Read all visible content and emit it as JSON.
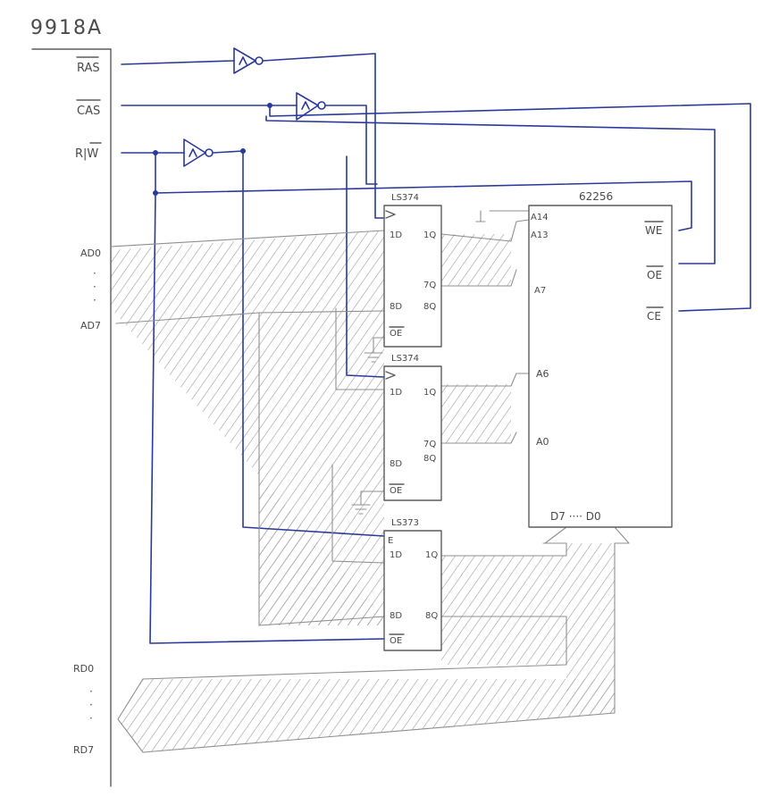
{
  "title": "9918A",
  "vdp_pins": {
    "ras": "RAS",
    "cas": "CAS",
    "rw": "R|W",
    "ad0": "AD0",
    "ad7": "AD7",
    "rd0": "RD0",
    "rd7": "RD7",
    "ellipsis": "·"
  },
  "chips": {
    "latch1": {
      "name": "LS374",
      "pins": {
        "d1": "1D",
        "d8": "8D",
        "q1": "1Q",
        "q7": "7Q",
        "q8": "8Q",
        "oe": "OE"
      }
    },
    "latch2": {
      "name": "LS374",
      "pins": {
        "d1": "1D",
        "d8": "8D",
        "q1": "1Q",
        "q7": "7Q",
        "q8": "8Q",
        "oe": "OE"
      }
    },
    "buffer": {
      "name": "LS373",
      "pins": {
        "e": "E",
        "d1": "1D",
        "d8": "8D",
        "q1": "1Q",
        "q8": "8Q",
        "oe": "OE"
      }
    },
    "sram": {
      "name": "62256",
      "pins": {
        "a14": "A14",
        "a13": "A13",
        "a7": "A7",
        "a6": "A6",
        "a0": "A0",
        "we": "WE",
        "oe": "OE",
        "ce": "CE",
        "data": "D7 ···· D0"
      }
    }
  },
  "colors": {
    "ink": "#5c5c5c",
    "wire_blue": "#2b3a9a",
    "hatch": "#9a9a9a",
    "paper": "#ffffff"
  }
}
